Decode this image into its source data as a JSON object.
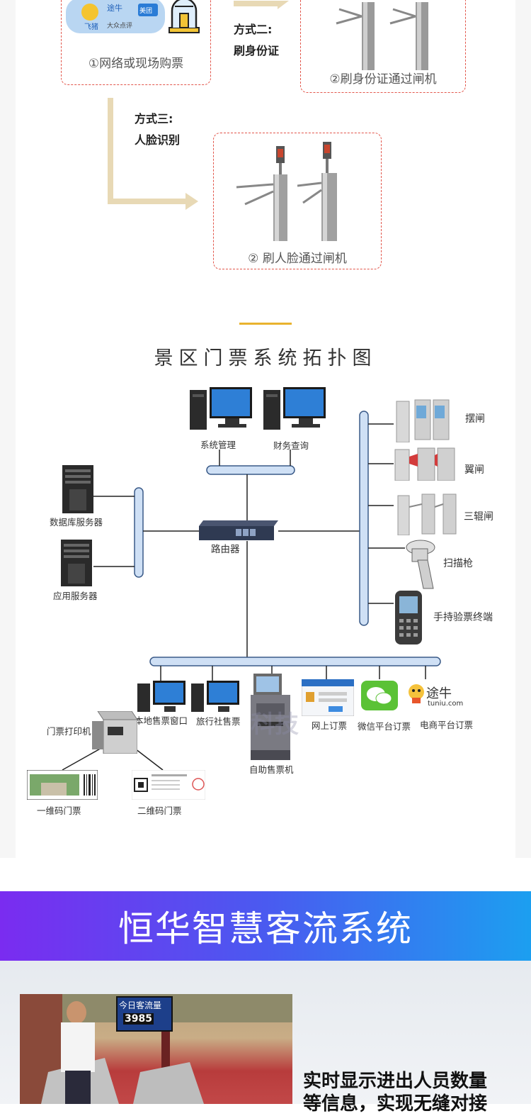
{
  "top": {
    "box1_caption": "①网络或现场购票",
    "box2_caption": "②刷身份证通过闸机",
    "box3_caption": "② 刷人脸通过闸机",
    "method2": {
      "title": "方式二:",
      "desc": "刷身份证"
    },
    "method3": {
      "title": "方式三:",
      "desc": "人脸识别"
    },
    "logos": {
      "feizhu": "飞猪",
      "tuniu": "途牛",
      "meituan": "美团",
      "dazhong": "大众点评"
    }
  },
  "topology": {
    "title": "景区门票系统拓扑图",
    "nodes": {
      "sys_mgmt": "系统管理",
      "finance": "财务查询",
      "db_server": "数据库服务器",
      "app_server": "应用服务器",
      "router": "路由器",
      "swing_gate": "摆闸",
      "wing_gate": "翼闸",
      "tripod_gate": "三辊闸",
      "scanner": "扫描枪",
      "handheld": "手持验票终端",
      "local_sales": "本地售票窗口",
      "travel_sales": "旅行社售票",
      "self_kiosk": "自助售票机",
      "online": "网上订票",
      "wechat": "微信平台订票",
      "ecommerce": "电商平台订票",
      "printer": "门票打印机",
      "barcode_ticket": "一维码门票",
      "qrcode_ticket": "二维码门票",
      "tuniu_name": "途牛",
      "tuniu_url": "tuniu.com",
      "watermark": "科技"
    }
  },
  "banner": {
    "title": "恒华智慧客流系统"
  },
  "lower": {
    "screen_title": "今日客流量",
    "screen_count": "3985",
    "desc_line1": "实时显示进出人员数量",
    "desc_line2": "等信息，实现无缝对接"
  },
  "colors": {
    "accent_gold": "#e9b32f",
    "dash_red": "#e2564b",
    "bus_blue": "#cfe0f5",
    "arrow_beige": "#e8d9b5"
  }
}
